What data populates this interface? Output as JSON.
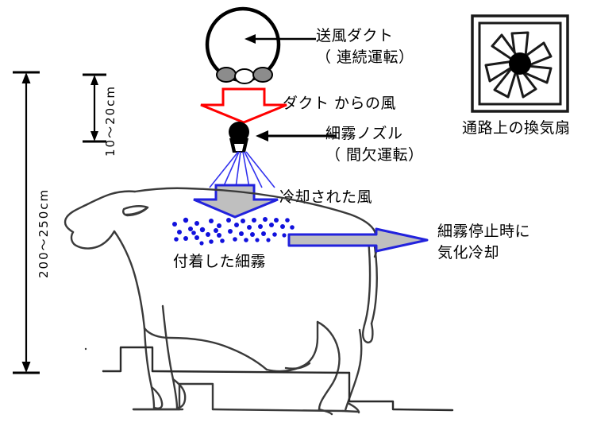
{
  "diagram": {
    "title_text": "",
    "colors": {
      "red_arrow": "#FF0000",
      "blue_arrow_stroke": "#2222DD",
      "arrow_fill_gray": "#BFBFBF",
      "mist_dot": "#1111DD",
      "spray_line": "#3333EE",
      "cow_outline": "#3A3A3A",
      "text": "#000000"
    },
    "labels": {
      "duct_line1": "送風ダクト",
      "duct_line2": "（ 連続運転）",
      "duct_wind": "ダクト からの風",
      "nozzle_line1": "細霧ノズル",
      "nozzle_line2": "（ 間欠運転）",
      "cooled_wind": "冷却された風",
      "attached_mist": "付着した細霧",
      "evap_line1": "細霧停止時に",
      "evap_line2": "気化冷却",
      "fan_caption": "通路上の換気扇"
    },
    "dimensions": {
      "overall_height": "200〜250cm",
      "nozzle_gap": "10〜20cm"
    },
    "icons": {
      "duct": "air-duct-circle-icon",
      "nozzle": "mist-nozzle-icon",
      "fan": "ventilation-fan-icon",
      "cow": "cow-silhouette-icon"
    }
  }
}
